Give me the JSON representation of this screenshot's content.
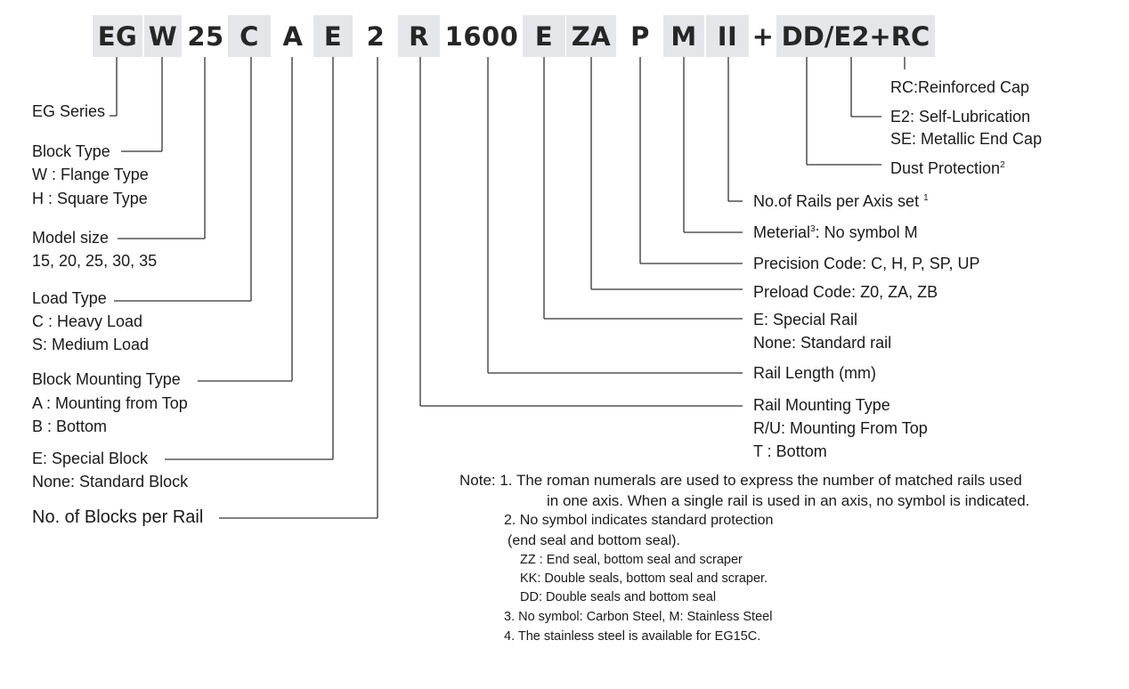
{
  "code_segments": [
    {
      "text": "EG",
      "shaded": true
    },
    {
      "text": "W",
      "shaded": true
    },
    {
      "text": "25",
      "shaded": false
    },
    {
      "text": "C",
      "shaded": true
    },
    {
      "text": "A",
      "shaded": false
    },
    {
      "text": "E",
      "shaded": true
    },
    {
      "text": "2",
      "shaded": false
    },
    {
      "text": "R",
      "shaded": true
    },
    {
      "text": "1600",
      "shaded": false
    },
    {
      "text": "E",
      "shaded": true
    },
    {
      "text": "ZA",
      "shaded": true
    },
    {
      "text": "P",
      "shaded": false
    },
    {
      "text": "M",
      "shaded": true
    },
    {
      "text": "II",
      "shaded": true
    },
    {
      "text": "+",
      "shaded": false
    },
    {
      "text": "DD/E2+RC",
      "shaded": true
    }
  ],
  "left": {
    "eg_series": "EG Series",
    "block_type": {
      "title": "Block  Type",
      "line1": "W : Flange Type",
      "line2": "H : Square Type"
    },
    "model_size": {
      "title": "Model size",
      "line1": "15, 20, 25, 30, 35"
    },
    "load_type": {
      "title": "Load Type",
      "line1": "C : Heavy Load",
      "line2": "S: Medium Load"
    },
    "block_mounting": {
      "title": "Block Mounting Type",
      "line1": "A : Mounting from Top",
      "line2": "B : Bottom"
    },
    "special_block": {
      "title": "E: Special Block",
      "line1": "None: Standard Block"
    },
    "blocks_per_rail": "No. of Blocks per Rail"
  },
  "right": {
    "rc": "RC:Reinforced Cap",
    "e2": "E2: Self-Lubrication",
    "se": "SE: Metallic End Cap",
    "dust": {
      "text": "Dust Protection",
      "sup": "2"
    },
    "rails_per_axis": {
      "text": "No.of Rails per Axis set",
      "sup": "1"
    },
    "material": {
      "pre": "Meterial",
      "sup": "3",
      "post": ": No symbol M"
    },
    "precision": "Precision Code: C, H, P, SP, UP",
    "preload": "Preload Code: Z0, ZA, ZB",
    "special_rail": {
      "title": "E: Special Rail",
      "line1": "None: Standard rail"
    },
    "rail_length": "Rail Length (mm)",
    "rail_mounting": {
      "title": "Rail Mounting Type",
      "line1": "R/U: Mounting From Top",
      "line2": "T : Bottom"
    }
  },
  "notes": {
    "n1a": "Note: 1. The roman numerals are used to express the number of matched rails used",
    "n1b": "in one axis. When a single rail is used in an axis, no symbol is indicated.",
    "n2a": "2. No symbol indicates standard protection",
    "n2b": "(end seal and bottom seal).",
    "zz": "ZZ : End seal, bottom seal and scraper",
    "kk": "KK: Double seals, bottom seal and scraper.",
    "dd": "DD: Double seals and bottom seal",
    "n3": "3. No symbol: Carbon Steel, M: Stainless Steel",
    "n4": "4. The stainless steel is available for EG15C."
  }
}
